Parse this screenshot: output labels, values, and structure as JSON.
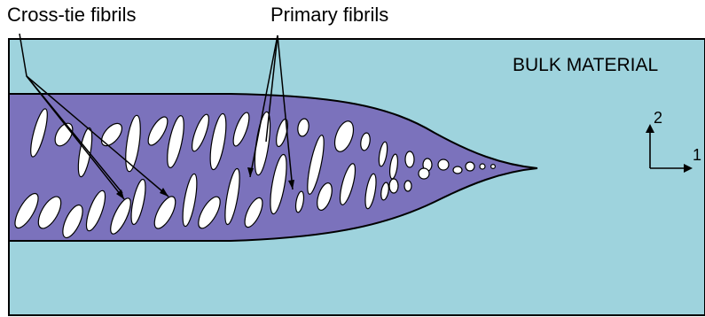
{
  "labels": {
    "cross_tie": "Cross-tie fibrils",
    "primary": "Primary fibrils",
    "bulk": "BULK MATERIAL",
    "axis_2": "2",
    "axis_1": "1"
  },
  "colors": {
    "bulk": "#9ed3dd",
    "craze": "#7b72bc",
    "void": "#ffffff",
    "line": "#000000"
  }
}
